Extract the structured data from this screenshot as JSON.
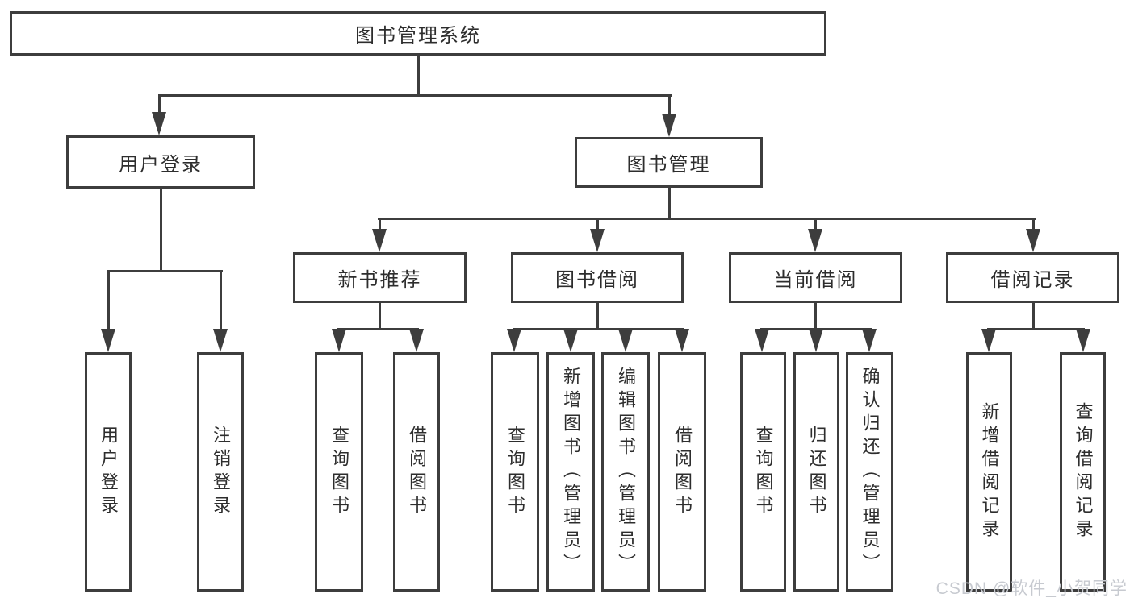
{
  "tree": {
    "root": "图书管理系统",
    "user_login": {
      "label": "用户登录",
      "children": {
        "login": "用户登录",
        "logout": "注销登录"
      }
    },
    "book_management": {
      "label": "图书管理",
      "sections": {
        "new_book_recommend": {
          "label": "新书推荐",
          "children": {
            "query_book": "查询图书",
            "borrow_book": "借阅图书"
          }
        },
        "book_borrow": {
          "label": "图书借阅",
          "children": {
            "query_book": "查询图书",
            "add_book": "新增图书（管理员）",
            "edit_book": "编辑图书（管理员）",
            "borrow_book": "借阅图书"
          }
        },
        "current_borrow": {
          "label": "当前借阅",
          "children": {
            "query_book": "查询图书",
            "return_book": "归还图书",
            "confirm_return": "确认归还（管理员）"
          }
        },
        "borrow_record": {
          "label": "借阅记录",
          "children": {
            "add_record": "新增借阅记录",
            "query_record": "查询借阅记录"
          }
        }
      }
    }
  },
  "watermark": "CSDN @软件_小贺同学",
  "colors": {
    "line": "#3d3d3d",
    "text": "#2d2d2d",
    "watermark": "#c7cad0",
    "background": "#ffffff"
  }
}
